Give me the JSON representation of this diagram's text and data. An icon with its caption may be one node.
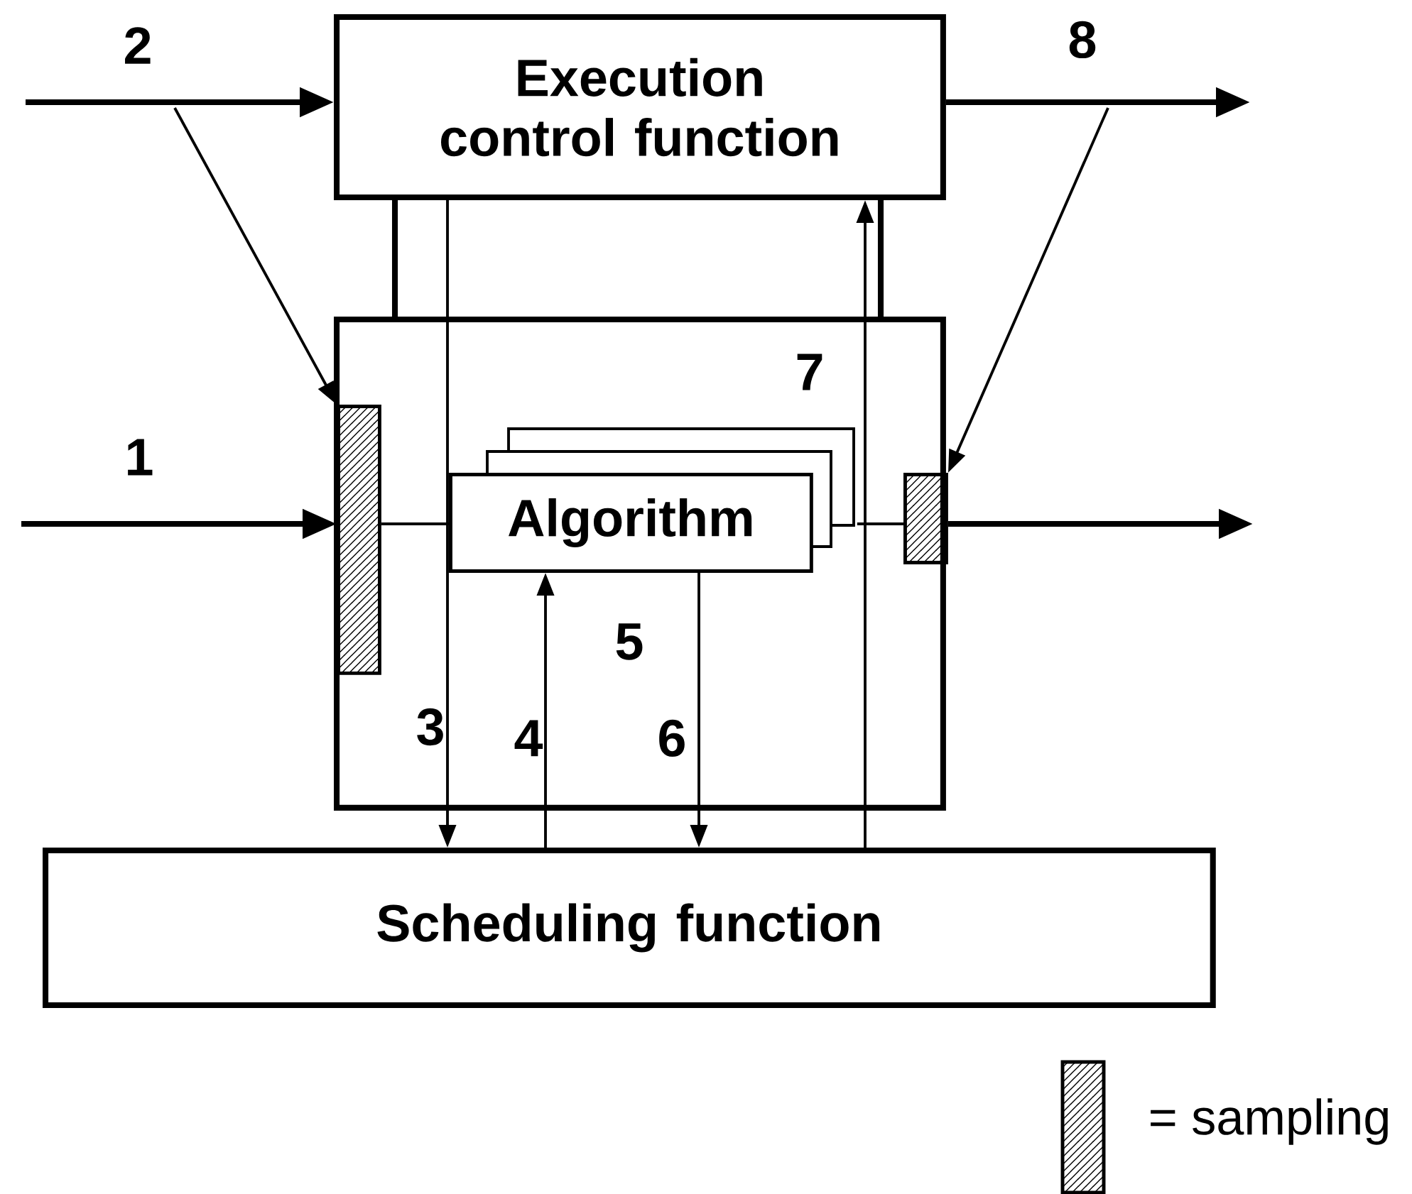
{
  "diagram": {
    "nodes": [
      {
        "text": [
          "Execution control function"
        ]
      },
      {
        "text": [],
        "shape": "box"
      },
      {
        "text": [],
        "shape": "bar",
        "in": 1
      },
      {
        "text": [],
        "shape": "bar",
        "in": 1
      },
      {
        "text": [
          "Algorithm"
        ],
        "in": 1
      },
      {
        "text": [
          "Scheduling function"
        ]
      }
    ],
    "edges": [
      {
        "from": null,
        "to": 0,
        "arrow": "to",
        "style": "thick"
      },
      {
        "from": 0,
        "to": null,
        "arrow": "to",
        "style": "thick"
      },
      {
        "from": null,
        "to": 2,
        "arrow": "to",
        "style": "thick"
      },
      {
        "from": 3,
        "to": null,
        "arrow": "to",
        "style": "thick"
      },
      {
        "from": null,
        "to": 2,
        "arrow": "to"
      },
      {
        "from": null,
        "to": 3,
        "arrow": "to"
      },
      {
        "from": 2,
        "to": 4,
        "arrow": "none"
      },
      {
        "from": 4,
        "to": 3,
        "arrow": "none"
      },
      {
        "from": 0,
        "to": 5,
        "arrow": "to"
      },
      {
        "from": 5,
        "to": 4,
        "arrow": "to"
      },
      {
        "from": 4,
        "to": 5,
        "arrow": "to"
      },
      {
        "from": 5,
        "to": 0,
        "arrow": "to"
      }
    ],
    "labels": [
      "2",
      "8",
      "7",
      "1",
      "5",
      "3",
      "4",
      "6"
    ],
    "legend": [
      {
        "text": "= sampling"
      }
    ]
  }
}
